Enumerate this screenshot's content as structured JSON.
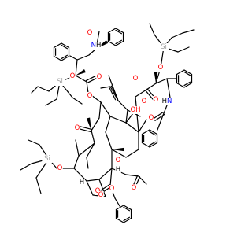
{
  "molecule": {
    "colors": {
      "carbon_bond": "#000000",
      "oxygen": "#FF0000",
      "nitrogen": "#0000FF",
      "silicon": "#A0A0A0",
      "hydrogen": "#000000"
    },
    "atom_labels": [
      {
        "id": "nh1",
        "text": "N",
        "element": "nitrogen",
        "suffix": "H"
      },
      {
        "id": "o-c1",
        "text": "O",
        "element": "oxygen"
      },
      {
        "id": "o-c2",
        "text": "O",
        "element": "oxygen"
      },
      {
        "id": "o-si1",
        "text": "O",
        "element": "oxygen"
      },
      {
        "id": "si1",
        "text": "Si",
        "element": "silicon"
      },
      {
        "id": "o-ester1",
        "text": "O",
        "element": "oxygen"
      },
      {
        "id": "o-ester2",
        "text": "O",
        "element": "oxygen"
      },
      {
        "id": "o-c3",
        "text": "O",
        "element": "oxygen"
      },
      {
        "id": "o-c4",
        "text": "O",
        "element": "oxygen"
      },
      {
        "id": "o-si2",
        "text": "O",
        "element": "oxygen"
      },
      {
        "id": "si2",
        "text": "Si",
        "element": "silicon"
      },
      {
        "id": "nh2",
        "text": "N",
        "element": "nitrogen",
        "prefix": "H"
      },
      {
        "id": "o-c5",
        "text": "O",
        "element": "oxygen"
      },
      {
        "id": "o-c6",
        "text": "O",
        "element": "oxygen"
      },
      {
        "id": "oh",
        "text": "O",
        "element": "oxygen",
        "suffix": "H"
      },
      {
        "id": "o-si3",
        "text": "O",
        "element": "oxygen"
      },
      {
        "id": "si3",
        "text": "Si",
        "element": "silicon"
      },
      {
        "id": "o-ring",
        "text": "O",
        "element": "oxygen"
      },
      {
        "id": "o-ac1",
        "text": "O",
        "element": "oxygen"
      },
      {
        "id": "o-ac2",
        "text": "O",
        "element": "oxygen"
      },
      {
        "id": "o-bz",
        "text": "O",
        "element": "oxygen"
      },
      {
        "id": "o-bz2",
        "text": "O",
        "element": "oxygen"
      },
      {
        "id": "h1",
        "text": "H",
        "element": "hydrogen"
      },
      {
        "id": "h2",
        "text": "H",
        "element": "hydrogen"
      }
    ]
  }
}
